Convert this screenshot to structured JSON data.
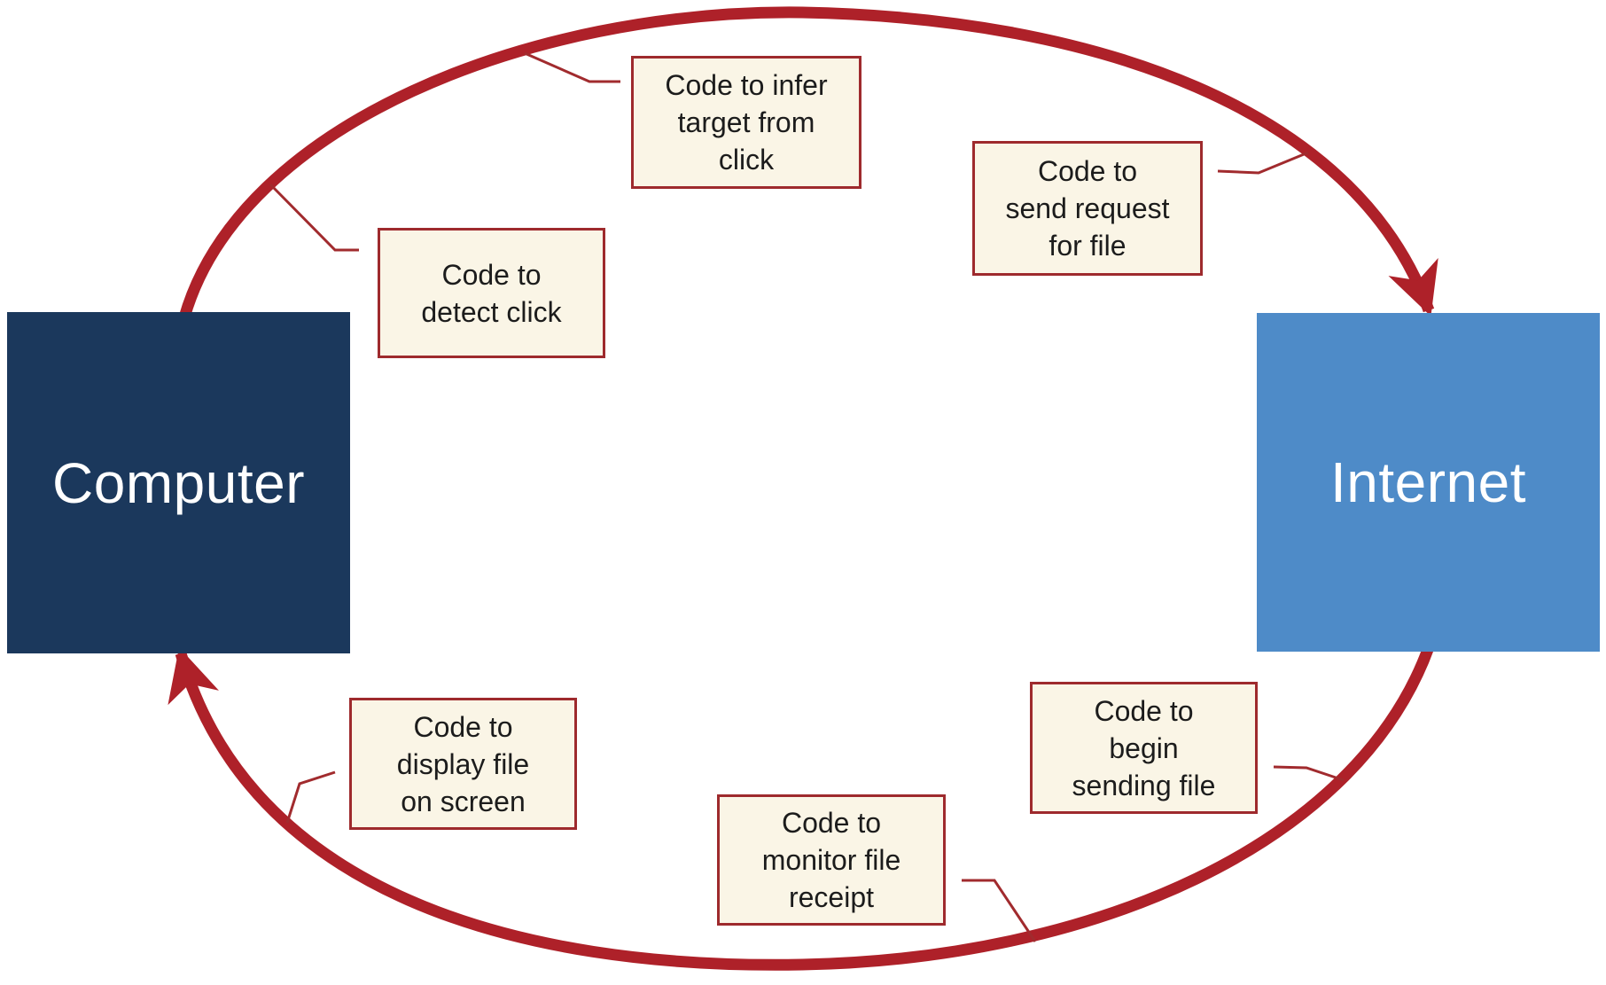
{
  "nodes": {
    "computer": {
      "label": "Computer"
    },
    "internet": {
      "label": "Internet"
    }
  },
  "steps": [
    {
      "id": "detect-click",
      "lines": [
        "Code to",
        "detect click",
        ""
      ]
    },
    {
      "id": "infer-target",
      "lines": [
        "Code to infer",
        "target from",
        "click"
      ]
    },
    {
      "id": "send-request",
      "lines": [
        "Code to",
        "send request",
        "for file"
      ]
    },
    {
      "id": "begin-sending",
      "lines": [
        "Code to",
        "begin",
        "sending file"
      ]
    },
    {
      "id": "monitor-receipt",
      "lines": [
        "Code to",
        "monitor file",
        "receipt"
      ]
    },
    {
      "id": "display-file",
      "lines": [
        "Code to",
        "display file",
        "on screen"
      ]
    }
  ],
  "theme": {
    "arrow-red": "#ae2129",
    "leader-red": "#a12b2e",
    "label-fill": "#faf5e6",
    "label-border": "#9e2a2d",
    "label-text": "#1c1c1c",
    "computer-fill": "#1b385c",
    "internet-fill": "#4e8bc8",
    "node-text": "#ffffff",
    "background": "#ffffff"
  }
}
